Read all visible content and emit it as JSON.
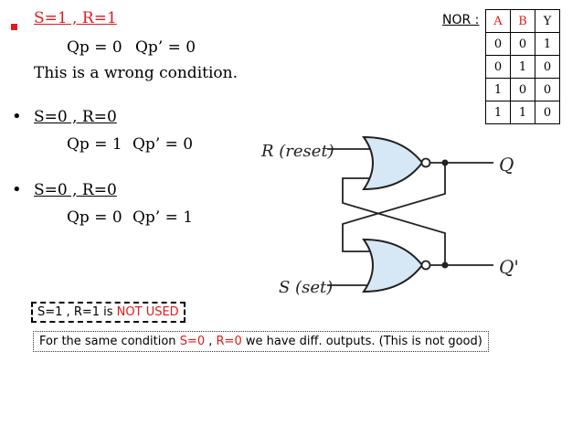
{
  "case1": {
    "title": "S=1 , R=1",
    "qp": "Qp = 0",
    "qpp": "Qp’ = 0",
    "note": "This is a wrong condition."
  },
  "case2": {
    "title": "S=0 , R=0",
    "qp": "Qp = 1",
    "qpp": "Qp’ = 0"
  },
  "case3": {
    "title": "S=0 , R=0",
    "qp": "Qp = 0",
    "qpp": "Qp’ = 1"
  },
  "nor": {
    "label": "NOR :",
    "headers": [
      "A",
      "B",
      "Y"
    ],
    "rows": [
      [
        "0",
        "0",
        "1"
      ],
      [
        "0",
        "1",
        "0"
      ],
      [
        "1",
        "0",
        "0"
      ],
      [
        "1",
        "1",
        "0"
      ]
    ]
  },
  "circuit": {
    "r_label": "R (reset)",
    "s_label": "S (set)",
    "q_label": "Q",
    "qbar_label": "Q'"
  },
  "notused": {
    "prefix": "S=1 , R=1 is ",
    "highlight": "NOT USED"
  },
  "footer": {
    "p1": "For the same condition ",
    "s": "S=0",
    "sep": " , ",
    "r": "R=0",
    "p2": " we have diff. outputs. (This is not good)"
  },
  "colors": {
    "red": "#e01a1a",
    "gate_fill": "#d6e8f5"
  }
}
